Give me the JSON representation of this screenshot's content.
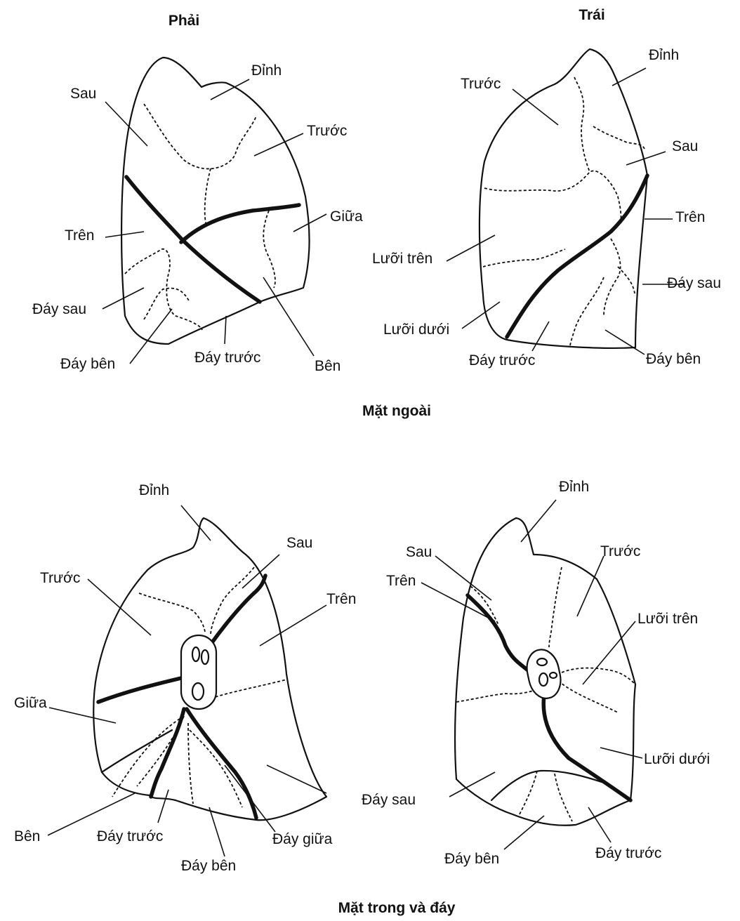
{
  "headers": {
    "right": "Phải",
    "left": "Trái",
    "outer_caption": "Mặt ngoài",
    "inner_caption": "Mặt trong và đáy"
  },
  "right_outer": {
    "dinh": "Đỉnh",
    "sau": "Sau",
    "truoc": "Trước",
    "giua": "Giữa",
    "tren": "Trên",
    "day_sau": "Đáy sau",
    "day_ben": "Đáy bên",
    "day_truoc": "Đáy trước",
    "ben": "Bên"
  },
  "left_outer": {
    "dinh": "Đỉnh",
    "truoc": "Trước",
    "sau": "Sau",
    "tren": "Trên",
    "luoi_tren": "Lưỡi trên",
    "day_sau": "Đáy sau",
    "luoi_duoi": "Lưỡi dưới",
    "day_truoc": "Đáy trước",
    "day_ben": "Đáy bên"
  },
  "right_inner": {
    "dinh": "Đỉnh",
    "sau": "Sau",
    "truoc": "Trước",
    "tren": "Trên",
    "giua": "Giữa",
    "ben": "Bên",
    "day_truoc": "Đáy trước",
    "day_ben": "Đáy bên",
    "day_giua": "Đáy giữa"
  },
  "left_inner": {
    "dinh": "Đỉnh",
    "sau": "Sau",
    "truoc": "Trước",
    "tren": "Trên",
    "luoi_tren": "Lưỡi trên",
    "luoi_duoi": "Lưỡi dưới",
    "day_sau": "Đáy sau",
    "day_ben": "Đáy bên",
    "day_truoc": "Đáy trước"
  }
}
